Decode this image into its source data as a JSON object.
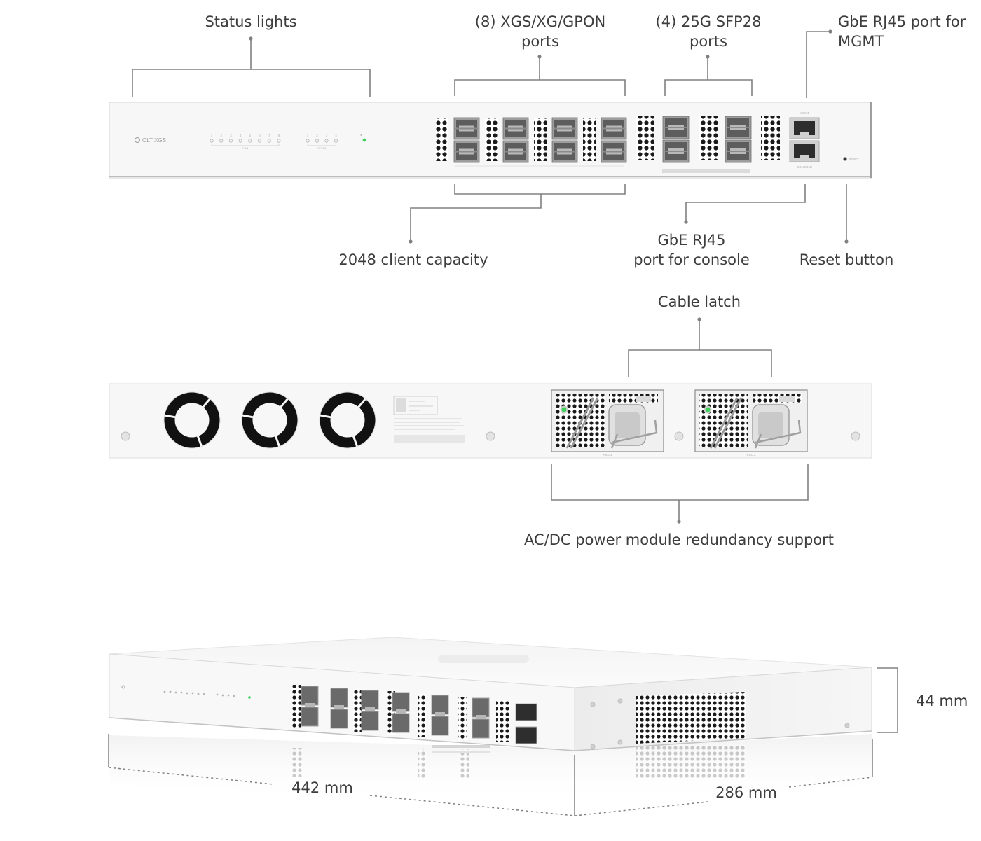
{
  "front_callouts": {
    "status_lights": "Status lights",
    "xgs_ports": [
      "(8) XGS/XG/GPON",
      "ports"
    ],
    "sfp28_ports": [
      "(4) 25G SFP28",
      "ports"
    ],
    "mgmt_port": [
      "GbE RJ45 port for",
      "MGMT"
    ],
    "client_capacity": "2048 client capacity",
    "console_port": [
      "GbE RJ45",
      "port for console"
    ],
    "reset_button": "Reset button"
  },
  "rear_callouts": {
    "cable_latch": "Cable latch",
    "power_redundancy": "AC/DC power module redundancy support"
  },
  "dimensions": {
    "height": "44 mm",
    "width": "442 mm",
    "depth": "286 mm"
  },
  "device_markings": {
    "brand": "OLT XGS",
    "pon_led_numbers": [
      "1",
      "2",
      "3",
      "4",
      "5",
      "6",
      "7",
      "8"
    ],
    "pon_group": "PON",
    "sfp_led_numbers": [
      "1",
      "2",
      "3",
      "4"
    ],
    "sfp_group": "SFP28",
    "mgmt_label": "MGMT",
    "console_label": "CONSOLE",
    "reset_label": "RESET",
    "psu_labels": [
      "PSU 1",
      "PSU 2"
    ]
  },
  "colors": {
    "chassis": "#f7f7f7",
    "chassis_edge": "#c9c9c9",
    "callout_line": "#808080",
    "status_led": "#3fd15a",
    "text": "#3d3d3d"
  }
}
